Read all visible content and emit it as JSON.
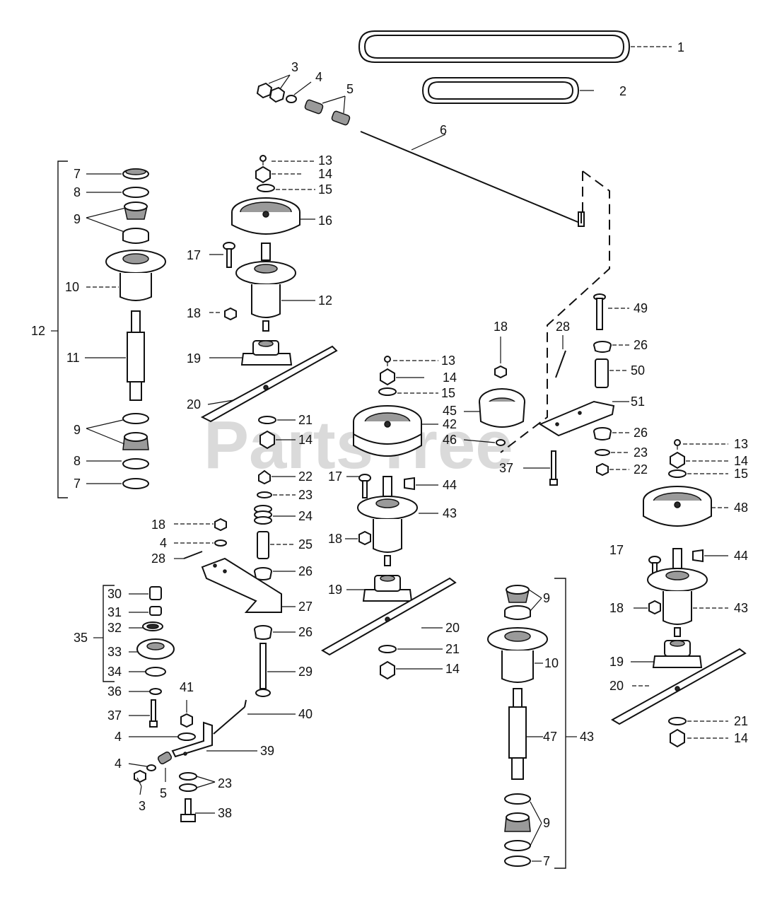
{
  "watermark": {
    "text": "PartsTree",
    "trademark": "™"
  },
  "callouts": [
    "1",
    "2",
    "3",
    "4",
    "5",
    "6",
    "7",
    "8",
    "9",
    "10",
    "11",
    "12",
    "13",
    "14",
    "15",
    "16",
    "17",
    "18",
    "19",
    "20",
    "21",
    "22",
    "23",
    "24",
    "25",
    "26",
    "27",
    "28",
    "29",
    "30",
    "31",
    "32",
    "33",
    "34",
    "35",
    "36",
    "37",
    "38",
    "39",
    "40",
    "41",
    "42",
    "43",
    "44",
    "45",
    "46",
    "47",
    "48",
    "49",
    "50",
    "51"
  ]
}
